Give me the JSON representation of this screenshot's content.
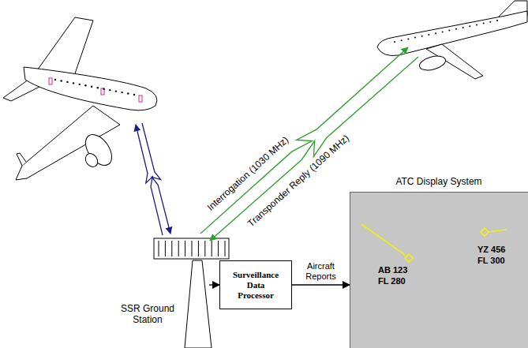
{
  "diagram": {
    "nodes": [
      {
        "text": [
          "SSR Ground Station"
        ]
      },
      {
        "text": [
          "Surveillance Data Processor"
        ]
      },
      {
        "text": [
          "ATC Display System"
        ]
      }
    ],
    "edges": [
      {
        "from": 0,
        "to": 1,
        "arrow": "to"
      },
      {
        "from": 1,
        "to": 2,
        "label": "Aircraft Reports",
        "arrow": "to"
      }
    ],
    "labels": [
      "Interrogation (1030 MHz)",
      "Transponder Reply (1090 MHz)",
      "AB 123",
      "FL 280",
      "YZ 456",
      "FL 300"
    ]
  }
}
